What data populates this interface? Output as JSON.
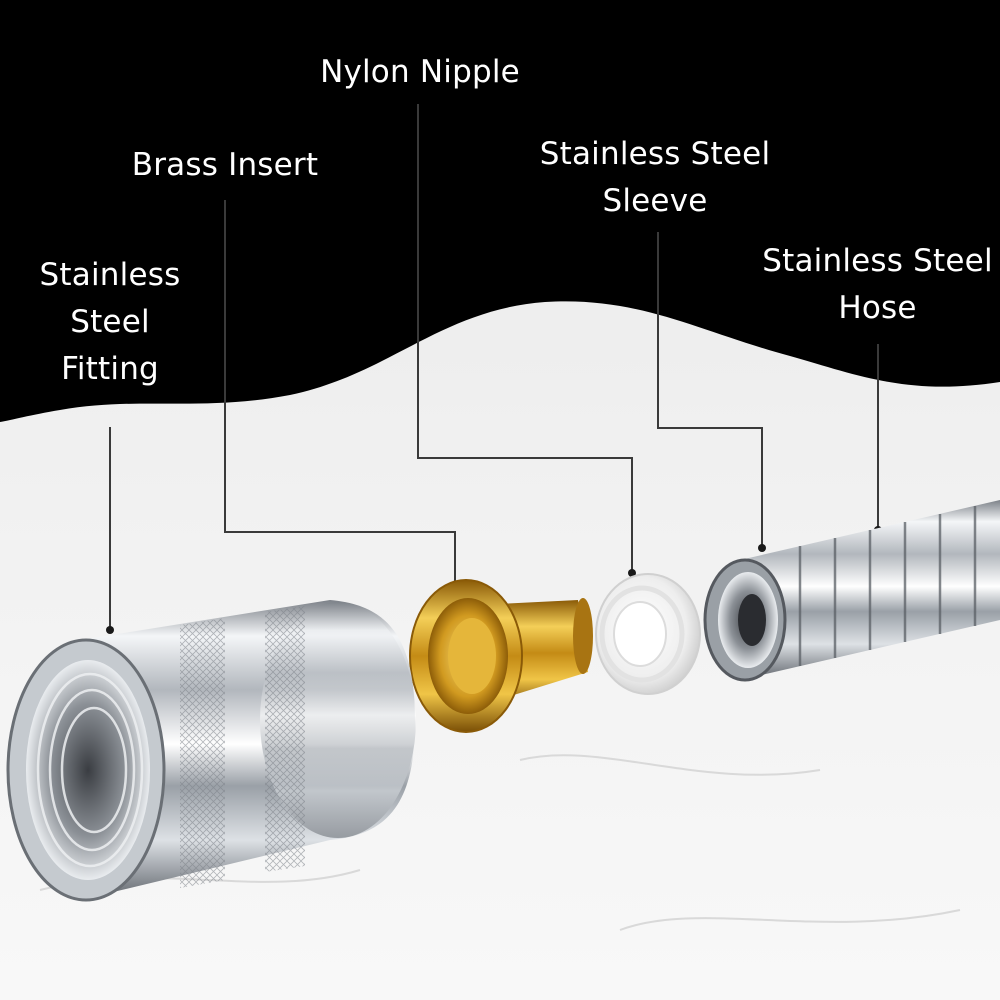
{
  "labels": {
    "fitting": [
      "Stainless",
      "Steel",
      "Fitting"
    ],
    "brass": [
      "Brass Insert"
    ],
    "nylon": [
      "Nylon Nipple"
    ],
    "sleeve": [
      "Stainless Steel",
      "Sleeve"
    ],
    "hose": [
      "Stainless Steel",
      "Hose"
    ]
  },
  "colors": {
    "background_top": "#000000",
    "background_bottom": "#f2f2f2",
    "label_text": "#ffffff",
    "leader_line": "#3a3a3a",
    "steel": "#c9cdd2",
    "brass": "#d6a21e",
    "nylon": "#f4f4f4"
  }
}
